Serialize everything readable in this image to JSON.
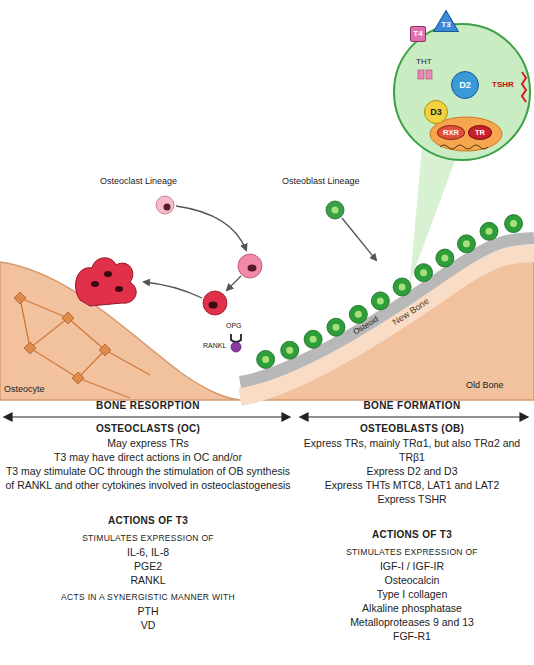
{
  "diagram": {
    "nodes": [
      {
        "text": [
          "T4"
        ]
      },
      {
        "text": [
          "T3"
        ]
      },
      {
        "text": [
          "D2"
        ]
      },
      {
        "text": [
          "D3"
        ]
      },
      {
        "text": [
          "RXR"
        ]
      },
      {
        "text": [
          "TR"
        ]
      }
    ],
    "labels": [
      "Osteoclast Lineage",
      "Osteoblast Lineage",
      "OPG",
      "RANKL",
      "Osteoid",
      "New Bone",
      "Old Bone",
      "Osteocyte",
      "THT",
      "TSHR",
      "BONE RESORPTION",
      "BONE FORMATION",
      "OSTEOCLASTS (OC)",
      "May express TRs",
      "T3 may have direct actions in OC and/or",
      "T3 may stimulate OC through the stimulation of OB synthesis of RANKL and other cytokines involved in osteoclastogenesis",
      "ACTIONS OF T3",
      "STIMULATES EXPRESSION OF",
      "IL-6, IL-8",
      "PGE2",
      "RANKL",
      "ACTS IN A SYNERGISTIC MANNER WITH",
      "PTH",
      "VD",
      "OSTEOBLASTS (OB)",
      "Express TRs, mainly TRα1, but also TRα2 and TRβ1",
      "Express D2 and D3",
      "Express THTs MTC8, LAT1 and LAT2",
      "Express TSHR",
      "ACTIONS OF T3",
      "STIMULATES EXPRESSION OF",
      "IGF-I / IGF-IR",
      "Osteocalcin",
      "Type I collagen",
      "Alkaline phosphatase",
      "Metalloproteases 9 and 13",
      "FGF-R1"
    ]
  }
}
